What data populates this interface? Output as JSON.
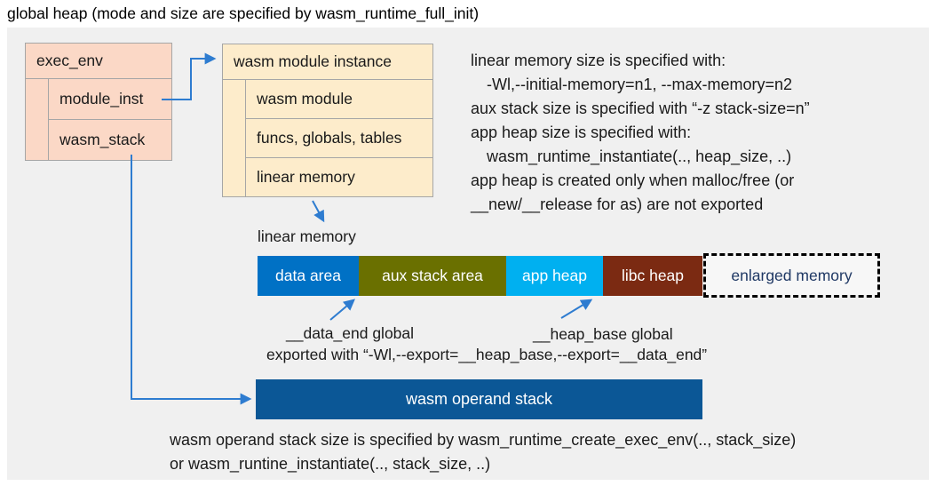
{
  "title": "global heap (mode and size are specified by wasm_runtime_full_init)",
  "exec_env": {
    "header": "exec_env",
    "rows": [
      "module_inst",
      "wasm_stack"
    ]
  },
  "module_instance": {
    "header": "wasm module instance",
    "rows": [
      "wasm module",
      "funcs, globals, tables",
      "linear memory"
    ]
  },
  "notes_right": {
    "line1": "linear memory size is specified with:",
    "line2": "-Wl,--initial-memory=n1, --max-memory=n2",
    "line3": "aux stack size is specified with “-z stack-size=n”",
    "line4": "app heap size is specified with:",
    "line5": "wasm_runtime_instantiate(.., heap_size, ..)",
    "line6": "app heap is created only when malloc/free (or",
    "line7": "__new/__release for as) are not exported"
  },
  "linear_memory": {
    "label": "linear memory",
    "segments": [
      {
        "label": "data area",
        "color": "#0071c5"
      },
      {
        "label": "aux stack area",
        "color": "#6a7000"
      },
      {
        "label": "app heap",
        "color": "#00b0f0"
      },
      {
        "label": "libc heap",
        "color": "#7b2a12"
      }
    ],
    "enlarged": {
      "label": "enlarged memory",
      "text_color": "#1f3864"
    }
  },
  "annotations": {
    "data_end_label": "__data_end global",
    "heap_base_label": "__heap_base global",
    "exported_line": "exported with “-Wl,--export=__heap_base,--export=__data_end”"
  },
  "operand_stack": {
    "label": "wasm operand stack",
    "color": "#0b5796"
  },
  "notes_bottom": {
    "line1": "wasm operand stack size is specified by wasm_runtime_create_exec_env(.., stack_size)",
    "line2": "or wasm_runtine_instantiate(.., stack_size, ..)"
  },
  "colors": {
    "arrow": "#2e7cd0",
    "panel_bg": "#f0f0f0",
    "exec_env_fill": "#fbd8c6",
    "module_instance_fill": "#fdeccb",
    "struct_border": "#a6a6a6"
  }
}
